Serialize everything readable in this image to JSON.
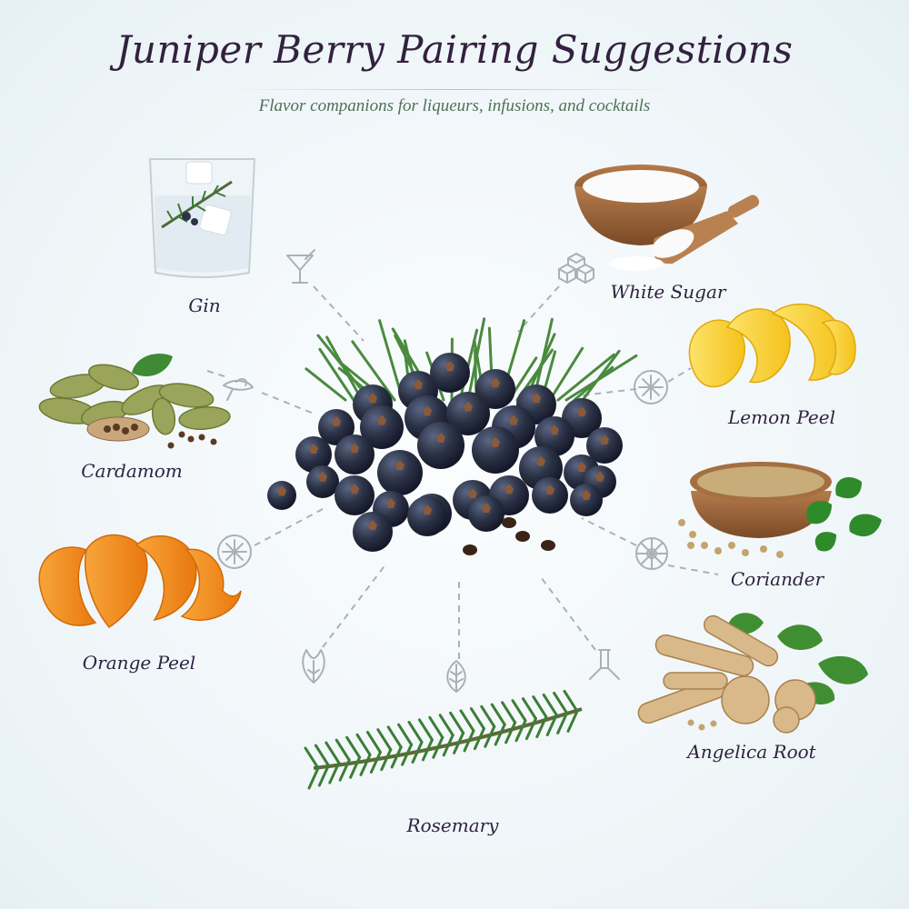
{
  "header": {
    "title": "Juniper Berry Pairing Suggestions",
    "subtitle": "Flavor companions for liqueurs, infusions, and cocktails"
  },
  "center": {
    "name": "juniper-berries"
  },
  "pairings": [
    {
      "label": "Gin",
      "icon": "cocktail-glass-icon"
    },
    {
      "label": "White Sugar",
      "icon": "sugar-cubes-icon"
    },
    {
      "label": "Lemon Peel",
      "icon": "citrus-slice-icon"
    },
    {
      "label": "Cardamom",
      "icon": "cardamom-pod-icon"
    },
    {
      "label": "Coriander",
      "icon": "coriander-wheel-icon"
    },
    {
      "label": "Orange Peel",
      "icon": "citrus-slice-icon"
    },
    {
      "label": "Angelica Root",
      "icon": "root-icon"
    },
    {
      "label": "Rosemary",
      "icon": "leaf-icon"
    }
  ],
  "colors": {
    "title": "#33213f",
    "subtitle": "#4e7057",
    "connector": "#a9b1b8",
    "berry": "#2c3346"
  }
}
